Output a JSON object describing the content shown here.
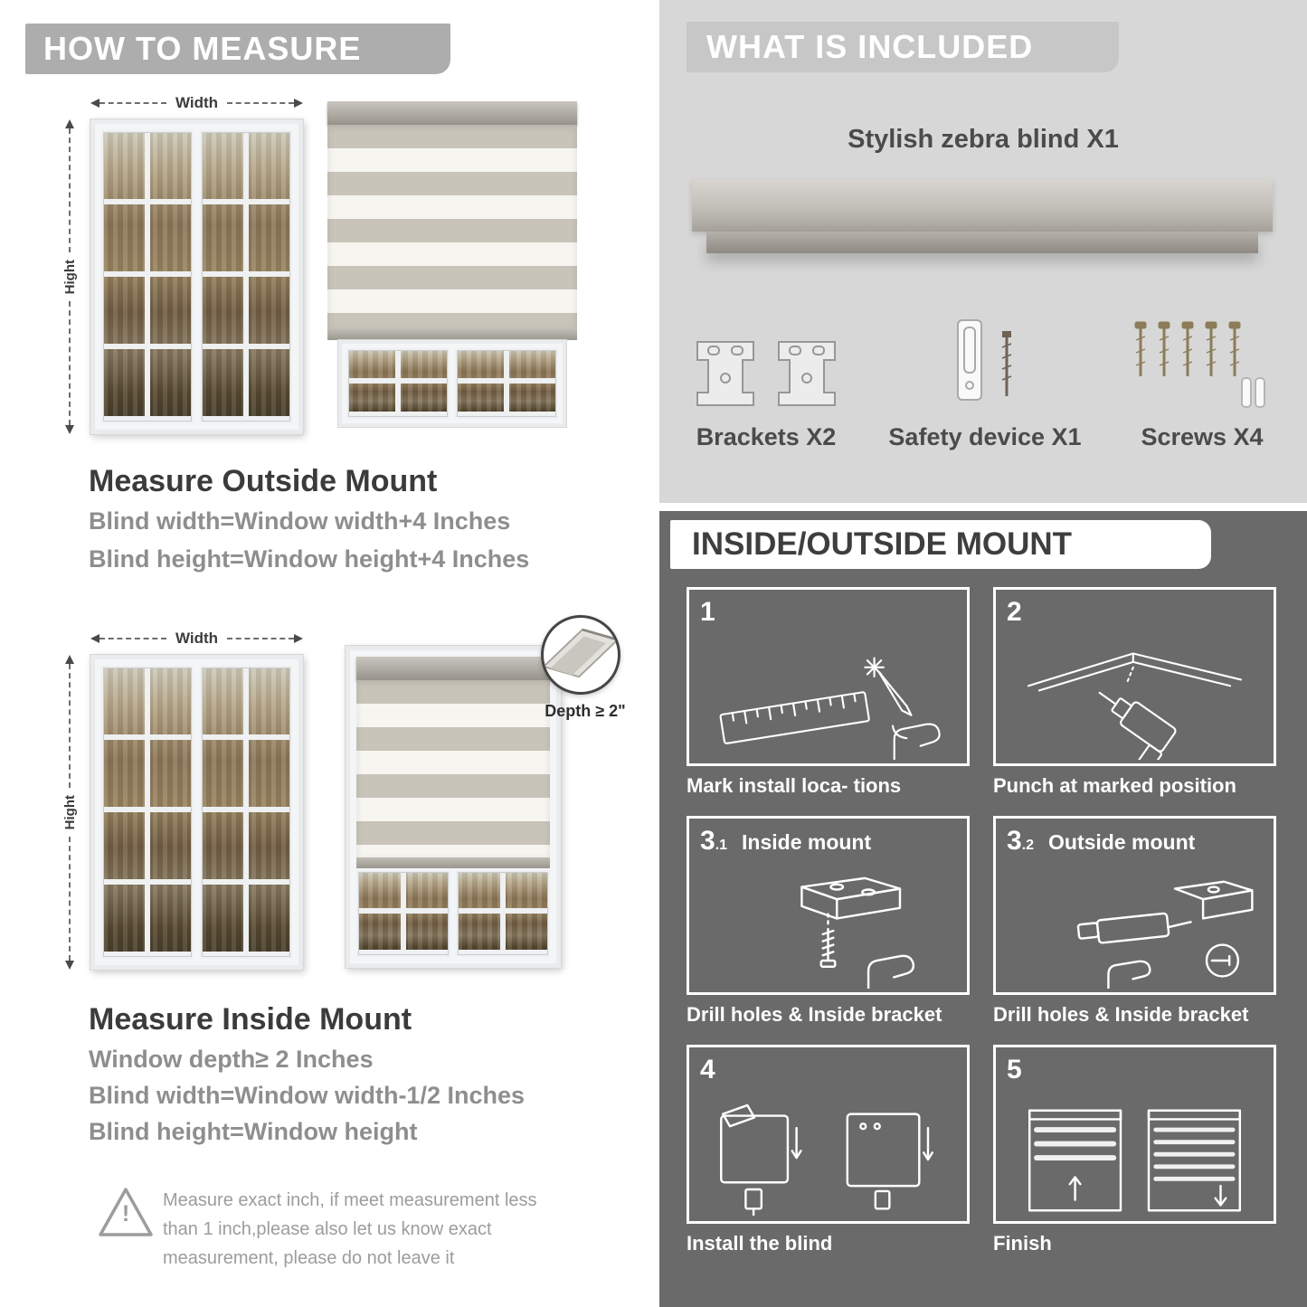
{
  "colors": {
    "left_banner_gray": "#adadad",
    "included_bg": "#d7d7d7",
    "included_banner_gray": "#c7c7c7",
    "mount_bg": "#6a6a6a",
    "heading_dark": "#3b3b3b",
    "subtext_gray": "#8e8e8e"
  },
  "measure": {
    "title": "HOW TO MEASURE",
    "width_label": "Width",
    "height_label": "Hight",
    "outside": {
      "heading": "Measure Outside Mount",
      "line1": "Blind width=Window width+4 Inches",
      "line2": "Blind height=Window height+4 Inches"
    },
    "inside": {
      "heading": "Measure Inside Mount",
      "depth_callout": "Depth ≥ 2\"",
      "line1": "Window depth≥ 2 Inches",
      "line2": "Blind width=Window width-1/2 Inches",
      "line3": "Blind height=Window height"
    },
    "note": {
      "mark": "!",
      "lines": [
        "Measure exact inch, if meet measurement less",
        "than 1 inch,please also let us know exact",
        "measurement, please do not leave it"
      ]
    }
  },
  "included": {
    "title": "WHAT IS INCLUDED",
    "blind_label": "Stylish zebra blind X1",
    "items": [
      {
        "label": "Brackets X2"
      },
      {
        "label": "Safety device X1"
      },
      {
        "label": "Screws X4"
      }
    ]
  },
  "mount": {
    "title": "INSIDE/OUTSIDE MOUNT",
    "steps": [
      {
        "num": "1",
        "caption": "Mark install loca- tions"
      },
      {
        "num": "2",
        "caption": "Punch at marked position"
      },
      {
        "num": "3",
        "sub": ".1",
        "header": "Inside mount",
        "caption": "Drill holes &  Inside bracket"
      },
      {
        "num": "3",
        "sub": ".2",
        "header": "Outside mount",
        "caption": "Drill holes &  Inside bracket"
      },
      {
        "num": "4",
        "caption": "Install the blind"
      },
      {
        "num": "5",
        "caption": "Finish"
      }
    ]
  }
}
